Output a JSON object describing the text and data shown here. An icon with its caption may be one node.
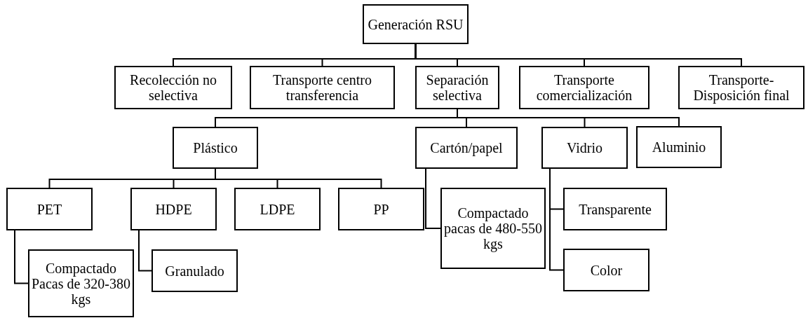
{
  "diagram": {
    "nodes": [
      {
        "text": [
          "Generación RSU"
        ]
      },
      {
        "text": [
          "Recolección no selectiva"
        ]
      },
      {
        "text": [
          "Transporte centro transferencia"
        ]
      },
      {
        "text": [
          "Separación selectiva"
        ]
      },
      {
        "text": [
          "Transporte comercialización"
        ]
      },
      {
        "text": [
          "Transporte- Disposición final"
        ]
      },
      {
        "text": [
          "Plástico"
        ]
      },
      {
        "text": [
          "Cartón/papel"
        ]
      },
      {
        "text": [
          "Vidrio"
        ]
      },
      {
        "text": [
          "Aluminio"
        ]
      },
      {
        "text": [
          "PET"
        ]
      },
      {
        "text": [
          "HDPE"
        ]
      },
      {
        "text": [
          "LDPE"
        ]
      },
      {
        "text": [
          "PP"
        ]
      },
      {
        "text": [
          "Compactado pacas de 480-550  kgs"
        ]
      },
      {
        "text": [
          "Transparente"
        ]
      },
      {
        "text": [
          "Compactado Pacas de 320-380 kgs"
        ]
      },
      {
        "text": [
          "Granulado"
        ]
      },
      {
        "text": [
          "Color"
        ]
      }
    ],
    "edges": [
      {
        "from": 0,
        "to": 1,
        "arrow": "none"
      },
      {
        "from": 0,
        "to": 2,
        "arrow": "none"
      },
      {
        "from": 0,
        "to": 3,
        "arrow": "none"
      },
      {
        "from": 0,
        "to": 4,
        "arrow": "none"
      },
      {
        "from": 0,
        "to": 5,
        "arrow": "none"
      },
      {
        "from": 3,
        "to": 6,
        "arrow": "none"
      },
      {
        "from": 3,
        "to": 7,
        "arrow": "none"
      },
      {
        "from": 3,
        "to": 8,
        "arrow": "none"
      },
      {
        "from": 3,
        "to": 9,
        "arrow": "none"
      },
      {
        "from": 6,
        "to": 10,
        "arrow": "none"
      },
      {
        "from": 6,
        "to": 11,
        "arrow": "none"
      },
      {
        "from": 6,
        "to": 12,
        "arrow": "none"
      },
      {
        "from": 6,
        "to": 13,
        "arrow": "none"
      },
      {
        "from": 10,
        "to": 16,
        "arrow": "none"
      },
      {
        "from": 11,
        "to": 17,
        "arrow": "none"
      },
      {
        "from": 7,
        "to": 14,
        "arrow": "none"
      },
      {
        "from": 8,
        "to": 15,
        "arrow": "none"
      },
      {
        "from": 8,
        "to": 18,
        "arrow": "none"
      }
    ]
  }
}
